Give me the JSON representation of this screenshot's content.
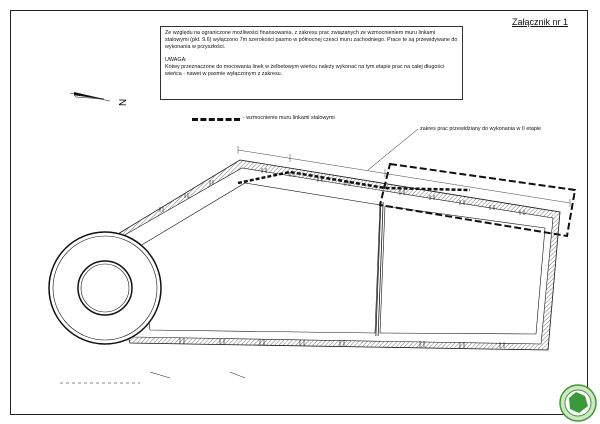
{
  "annex_label": "Załącznik nr 1",
  "note": {
    "paragraph_1": "Ze względu na ograniczone możliwości finansowania, z zakresu prac związanych ze wzmocnieniem muru linkami stalowymi (pkt. 9.6) wyłączono 7m szerokości pasmo w północnej czesci muru zachodniego. Prace te są przewidywane do wykonania w przyszłości.",
    "heading": "UWAGA:",
    "paragraph_2": "Kotwy przeznaczone do mocowania linek w żelbetowym wieńcu należy wykonać na tym etapie prac na całej długości wieńca - nawet w pasmie wyłączonym z zakresu."
  },
  "legend": {
    "label": "- wzmocnienie muru linkami stalowymi"
  },
  "callout": {
    "label": "zakres prac przewidziany do wykonania w II etapie"
  },
  "north_arrow": {
    "letter": "N"
  },
  "colors": {
    "ink": "#111111",
    "hatch": "#555555",
    "logo_green": "#3a9a3a",
    "logo_pale": "#cfe8c0"
  },
  "icons": {
    "north_arrow": "north-arrow-icon",
    "logo": "company-logo-icon"
  }
}
